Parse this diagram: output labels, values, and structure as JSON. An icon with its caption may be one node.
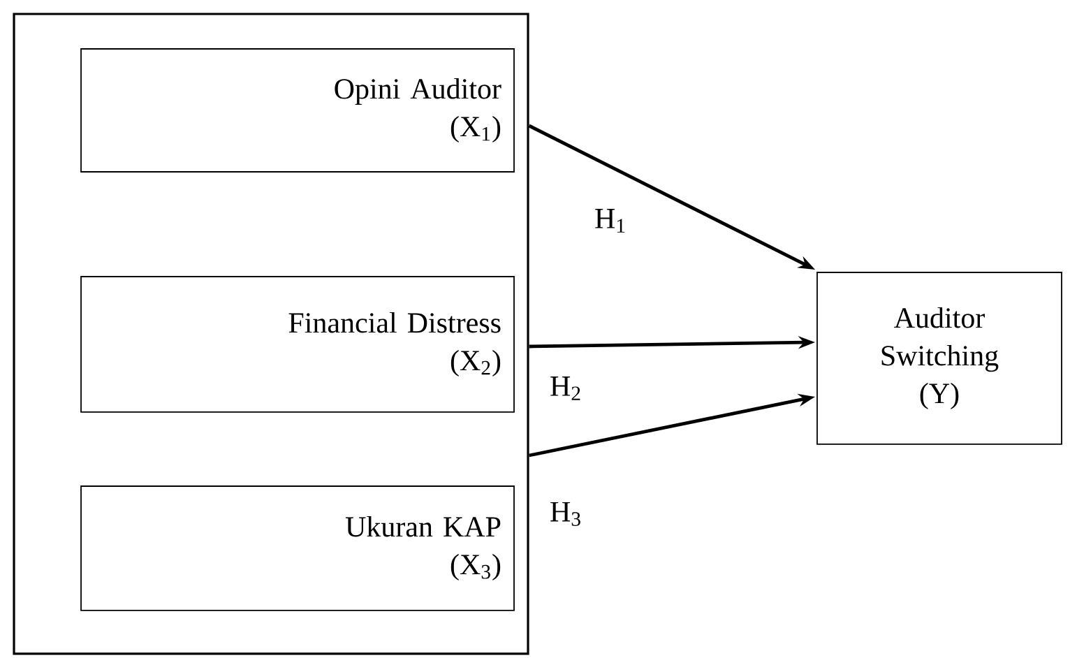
{
  "diagram": {
    "nodes": [
      {
        "text": [],
        "shape": "box"
      },
      {
        "text": [
          "Opini Auditor",
          "(X$_{1}$)"
        ],
        "in": 0
      },
      {
        "text": [
          "Financial Distress",
          "(X$_{2}$)"
        ],
        "in": 0
      },
      {
        "text": [
          "Ukuran KAP",
          "(X$_{3}$)"
        ],
        "in": 0
      },
      {
        "text": [
          "Auditor Switching",
          "(Y)"
        ]
      }
    ],
    "edges": [
      {
        "from": 1,
        "to": 4,
        "arrow": "to",
        "label": "H$_{1}$"
      },
      {
        "from": 2,
        "to": 4,
        "arrow": "to",
        "label": "H$_{2}$"
      },
      {
        "from": 3,
        "to": 4,
        "arrow": "to",
        "label": "H$_{3}$"
      }
    ]
  }
}
